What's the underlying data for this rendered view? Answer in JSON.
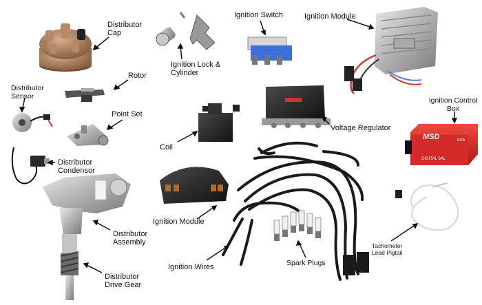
{
  "labels": {
    "distributor_cap": "Distributor\nCap",
    "rotor": "Rotor",
    "distributor_sensor": "Distributor\nSensor",
    "point_set": "Point Set",
    "distributor_condensor": "Distributor\nCondensor",
    "distributor_assembly": "Distributor\nAssembly",
    "distributor_drive_gear": "Distributor\nDrive Gear",
    "ignition_lock_cylinder": "Ignition Lock &\nCylinder",
    "ignition_switch": "Ignition Switch",
    "ignition_module_top": "Ignition Module",
    "ignition_control_box": "Ignition Control\nBox",
    "voltage_regulator": "Voltage Regulator",
    "coil": "Coil",
    "ignition_module_bottom": "Ignition Module",
    "ignition_wires": "Ignition Wires",
    "spark_plugs": "Spark Plugs",
    "tachometer_lead_pigtail": "Tachometer\nLead Pigtail"
  },
  "product_text": {
    "msd_brand": "MSD",
    "msd_model": "DIGITAL 6AL",
    "msd_part": "6425"
  },
  "colors": {
    "cap_brown": "#a87c5a",
    "msd_red": "#d42a2a",
    "switch_blue": "#3d6fd8",
    "wire_black": "#1a1a1a",
    "metal_gray": "#b9b9b9"
  }
}
